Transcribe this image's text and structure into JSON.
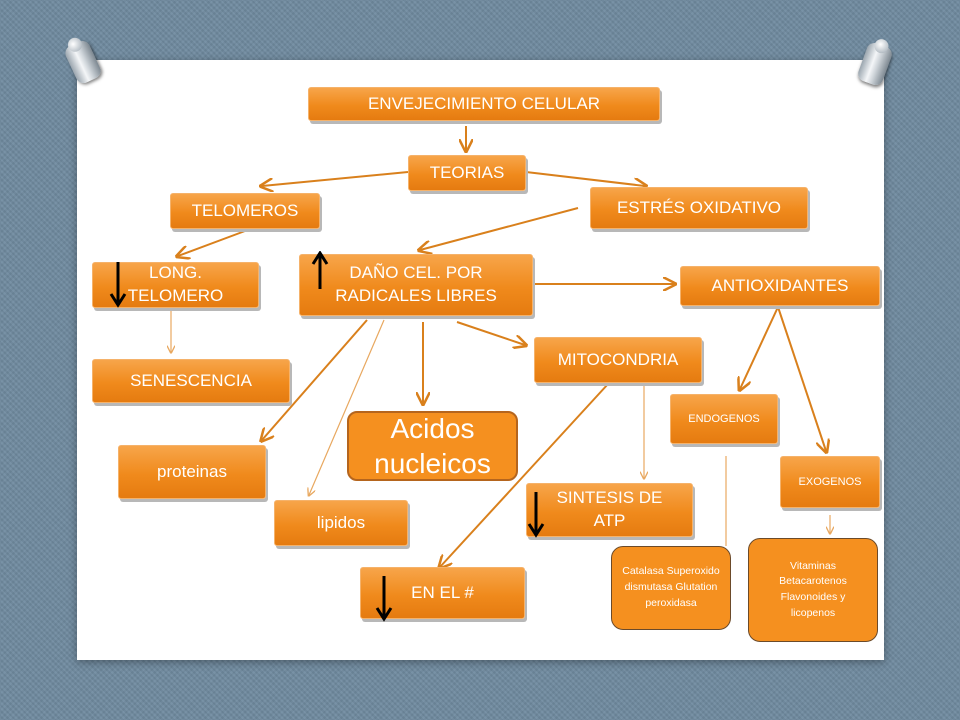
{
  "nodes": {
    "root": "ENVEJECIMIENTO CELULAR",
    "teorias": "TEORIAS",
    "telomeros": "TELOMEROS",
    "estres": "ESTRÉS OXIDATIVO",
    "long_telomero": "LONG. TELOMERO",
    "dano": "DAÑO CEL. POR RADICALES LIBRES",
    "antioxidantes": "ANTIOXIDANTES",
    "senescencia": "SENESCENCIA",
    "mitocondria": "MITOCONDRIA",
    "endogenos": "ENDOGENOS",
    "acidos": "Acidos nucleicos",
    "proteinas": "proteinas",
    "exogenos": "EXOGENOS",
    "sintesis": "SINTESIS DE ATP",
    "lipidos": "lipidos",
    "catalasa": "Catalasa Superoxido dismutasa Glutation peroxidasa",
    "vitaminas": "Vitaminas Betacarotenos Flavonoides y licopenos",
    "en_el": "EN EL #"
  },
  "indicators": {
    "long_telomero": "down",
    "dano": "up",
    "sintesis": "down",
    "en_el": "down"
  },
  "colors": {
    "node_fill": "#f08a1c",
    "arrow": "#d9801c",
    "indicator": "#000000"
  }
}
